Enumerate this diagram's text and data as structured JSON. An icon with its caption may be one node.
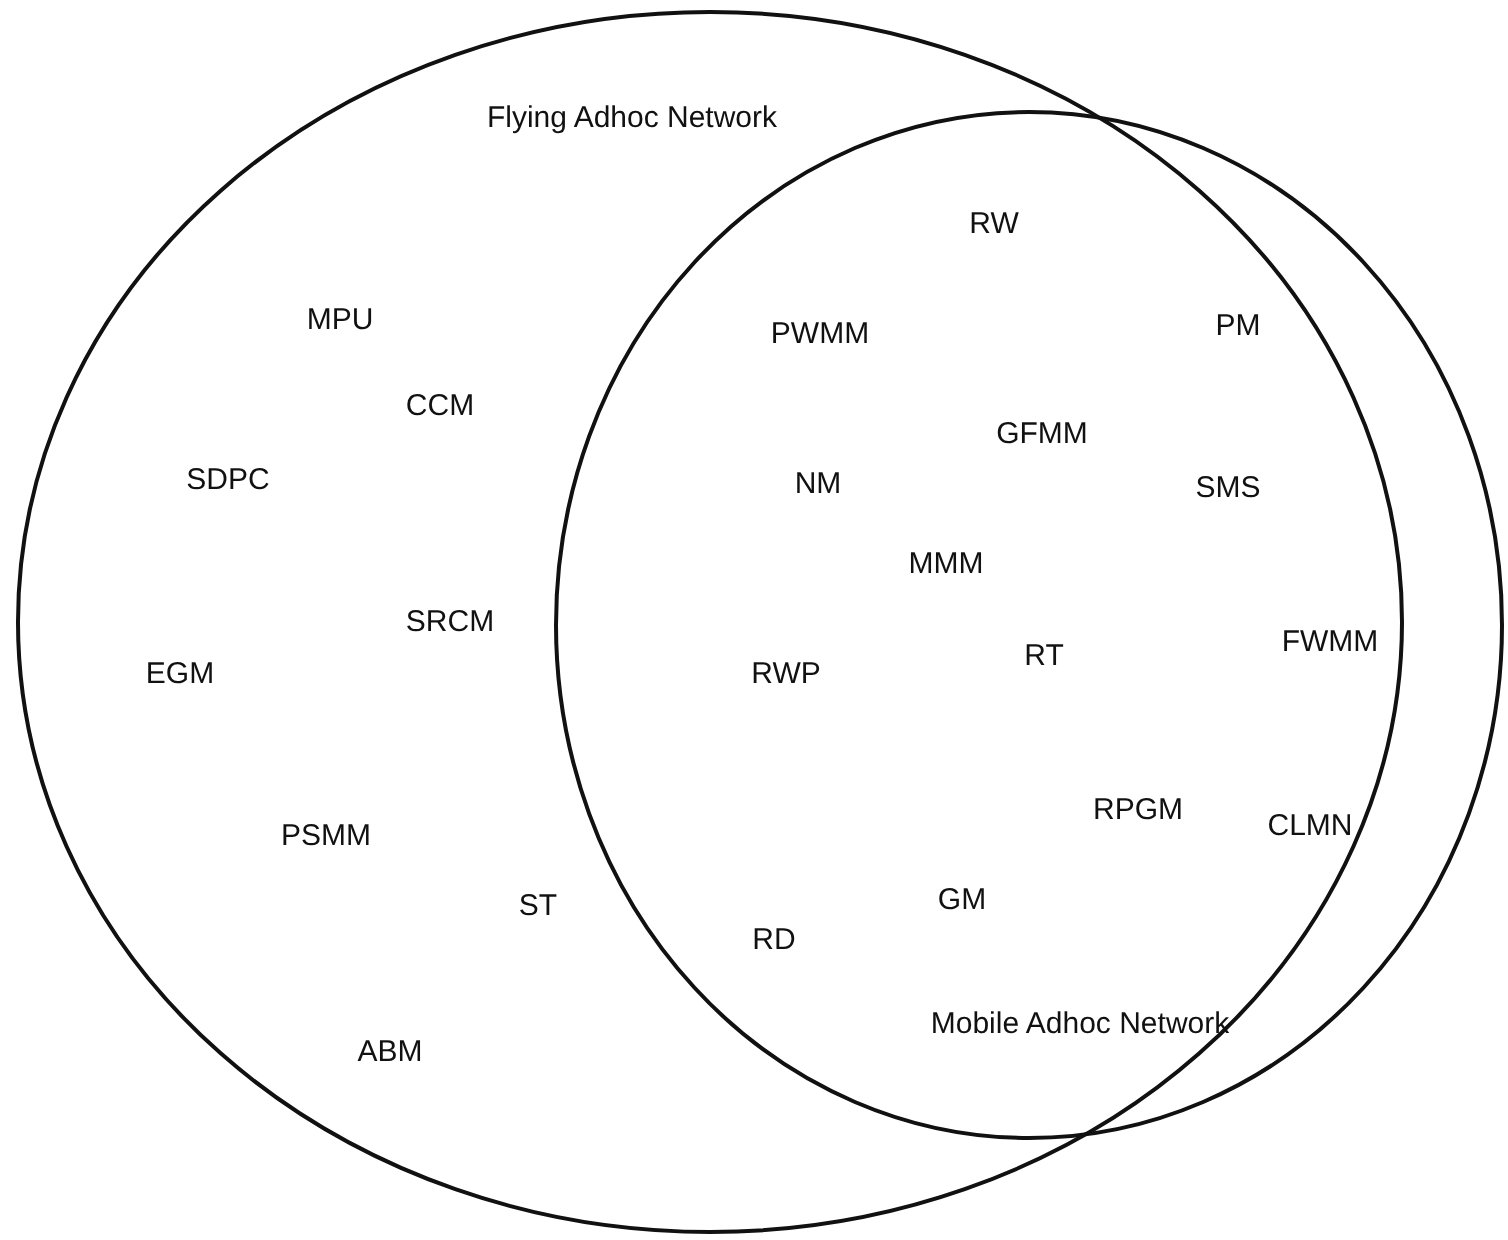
{
  "diagram": {
    "nodes": [
      {
        "text": [
          "Flying Adhoc Network"
        ]
      },
      {
        "text": [
          "Mobile Adhoc Network"
        ]
      }
    ],
    "labels": [
      "RW",
      "MPU",
      "PM",
      "PWMM",
      "CCM",
      "GFMM",
      "SDPC",
      "NM",
      "SMS",
      "MMM",
      "SRCM",
      "FWMM",
      "RT",
      "EGM",
      "RWP",
      "RPGM",
      "CLMN",
      "PSMM",
      "GM",
      "ST",
      "RD",
      "ABM"
    ]
  }
}
